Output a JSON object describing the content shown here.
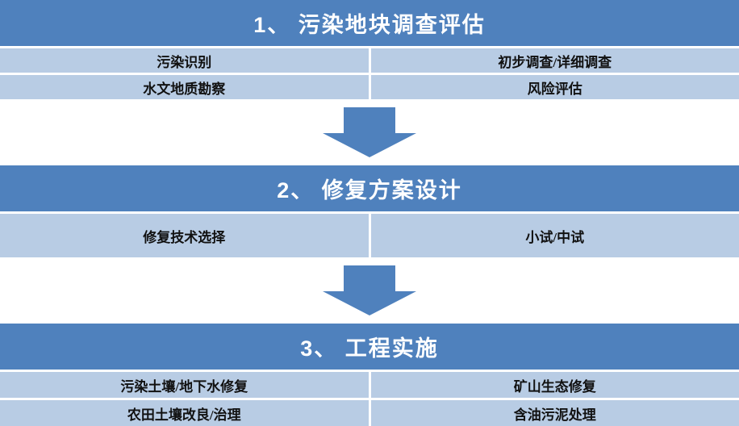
{
  "colors": {
    "header_bg": "#4f81bd",
    "header_text": "#ffffff",
    "cell_bg": "#b8cce4",
    "cell_text": "#111111",
    "arrow": "#4f81bd"
  },
  "stages": [
    {
      "title": "1、 污染地块调查评估",
      "cells": [
        [
          "污染识别",
          "初步调查/详细调查"
        ],
        [
          "水文地质勘察",
          "风险评估"
        ]
      ]
    },
    {
      "title": "2、 修复方案设计",
      "cells": [
        [
          "修复技术选择",
          "小试/中试"
        ]
      ]
    },
    {
      "title": "3、 工程实施",
      "cells": [
        [
          "污染土壤/地下水修复",
          "矿山生态修复"
        ],
        [
          "农田土壤改良/治理",
          "含油污泥处理"
        ]
      ]
    }
  ]
}
